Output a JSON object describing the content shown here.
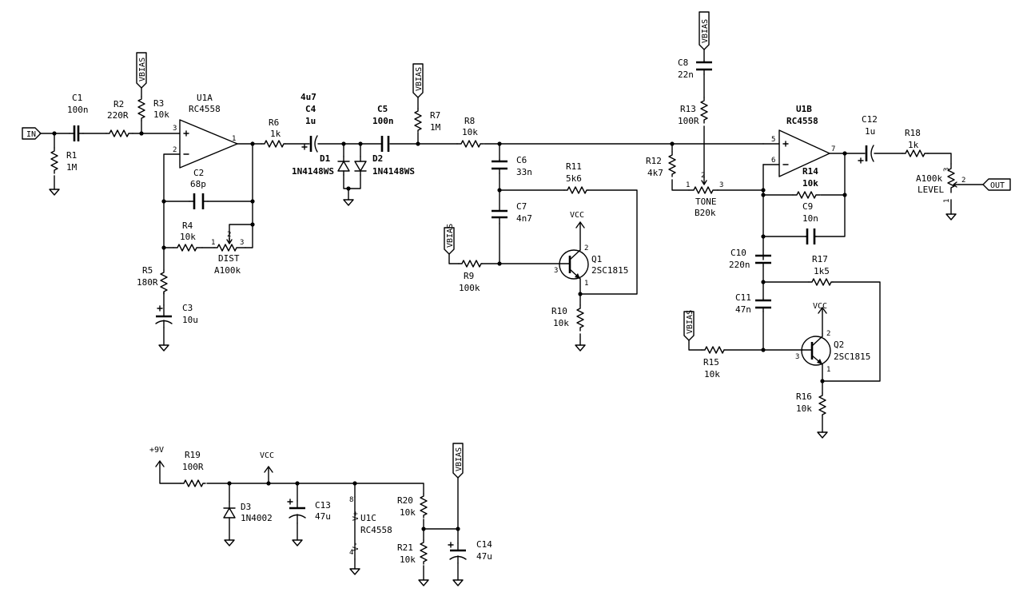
{
  "ports": {
    "in": "IN",
    "out": "OUT"
  },
  "power": {
    "vbias": "VBIAS",
    "vcc": "VCC",
    "v9": "+9V"
  },
  "parts": {
    "c1": {
      "ref": "C1",
      "val": "100n"
    },
    "r1": {
      "ref": "R1",
      "val": "1M"
    },
    "r2": {
      "ref": "R2",
      "val": "220R"
    },
    "r3": {
      "ref": "R3",
      "val": "10k"
    },
    "u1a": {
      "ref": "U1A",
      "val": "RC4558"
    },
    "c2": {
      "ref": "C2",
      "val": "68p"
    },
    "r4": {
      "ref": "R4",
      "val": "10k"
    },
    "dist": {
      "ref": "DIST",
      "val": "A100k"
    },
    "r5": {
      "ref": "R5",
      "val": "180R"
    },
    "c3": {
      "ref": "C3",
      "val": "10u"
    },
    "r6": {
      "ref": "R6",
      "val": "1k"
    },
    "c4": {
      "ref": "C4",
      "val": "1u",
      "alt": "4u7"
    },
    "d1": {
      "ref": "D1",
      "val": "1N4148WS"
    },
    "d2": {
      "ref": "D2",
      "val": "1N4148WS"
    },
    "c5": {
      "ref": "C5",
      "val": "100n"
    },
    "r7": {
      "ref": "R7",
      "val": "1M"
    },
    "r8": {
      "ref": "R8",
      "val": "10k"
    },
    "c6": {
      "ref": "C6",
      "val": "33n"
    },
    "r11": {
      "ref": "R11",
      "val": "5k6"
    },
    "c7": {
      "ref": "C7",
      "val": "4n7"
    },
    "r9": {
      "ref": "R9",
      "val": "100k"
    },
    "q1": {
      "ref": "Q1",
      "val": "2SC1815"
    },
    "r10": {
      "ref": "R10",
      "val": "10k"
    },
    "c8": {
      "ref": "C8",
      "val": "22n"
    },
    "r13": {
      "ref": "R13",
      "val": "100R"
    },
    "r12": {
      "ref": "R12",
      "val": "4k7"
    },
    "tone": {
      "ref": "TONE",
      "val": "B20k"
    },
    "u1b": {
      "ref": "U1B",
      "val": "RC4558"
    },
    "r14": {
      "ref": "R14",
      "val": "10k"
    },
    "c9": {
      "ref": "C9",
      "val": "10n"
    },
    "c10": {
      "ref": "C10",
      "val": "220n"
    },
    "r17": {
      "ref": "R17",
      "val": "1k5"
    },
    "c11": {
      "ref": "C11",
      "val": "47n"
    },
    "q2": {
      "ref": "Q2",
      "val": "2SC1815"
    },
    "r15": {
      "ref": "R15",
      "val": "10k"
    },
    "r16": {
      "ref": "R16",
      "val": "10k"
    },
    "c12": {
      "ref": "C12",
      "val": "1u"
    },
    "r18": {
      "ref": "R18",
      "val": "1k"
    },
    "level": {
      "ref": "LEVEL",
      "val": "A100k"
    },
    "r19": {
      "ref": "R19",
      "val": "100R"
    },
    "d3": {
      "ref": "D3",
      "val": "1N4002"
    },
    "c13": {
      "ref": "C13",
      "val": "47u"
    },
    "u1c": {
      "ref": "U1C",
      "val": "RC4558",
      "vplus": "V+",
      "vminus": "V-"
    },
    "r20": {
      "ref": "R20",
      "val": "10k"
    },
    "r21": {
      "ref": "R21",
      "val": "10k"
    },
    "c14": {
      "ref": "C14",
      "val": "47u"
    }
  }
}
